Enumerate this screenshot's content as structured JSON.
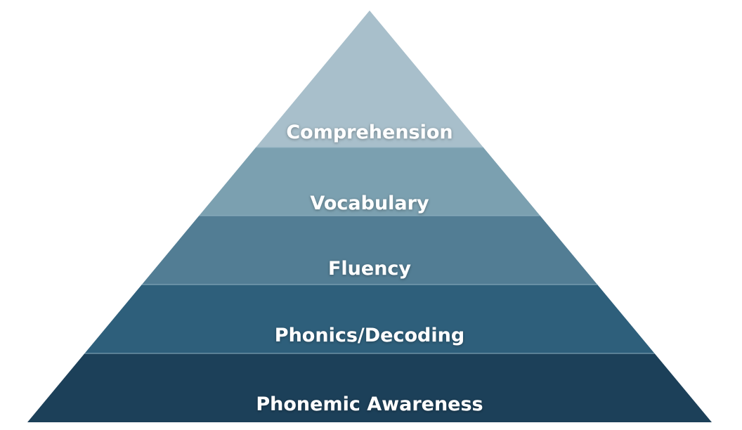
{
  "title": "Reading pyramid",
  "layers": [
    {
      "label": "Comprehension",
      "color": "#a8bfcb"
    },
    {
      "label": "Vocabulary",
      "color": "#7ba0b0"
    },
    {
      "label": "Fluency",
      "color": "#527d94"
    },
    {
      "label": "Phonics/Decoding",
      "color": "#2e5f7b"
    },
    {
      "label": "Phonemic Awareness",
      "color": "#1c4059"
    }
  ],
  "divider_color": "#8fb0c0"
}
